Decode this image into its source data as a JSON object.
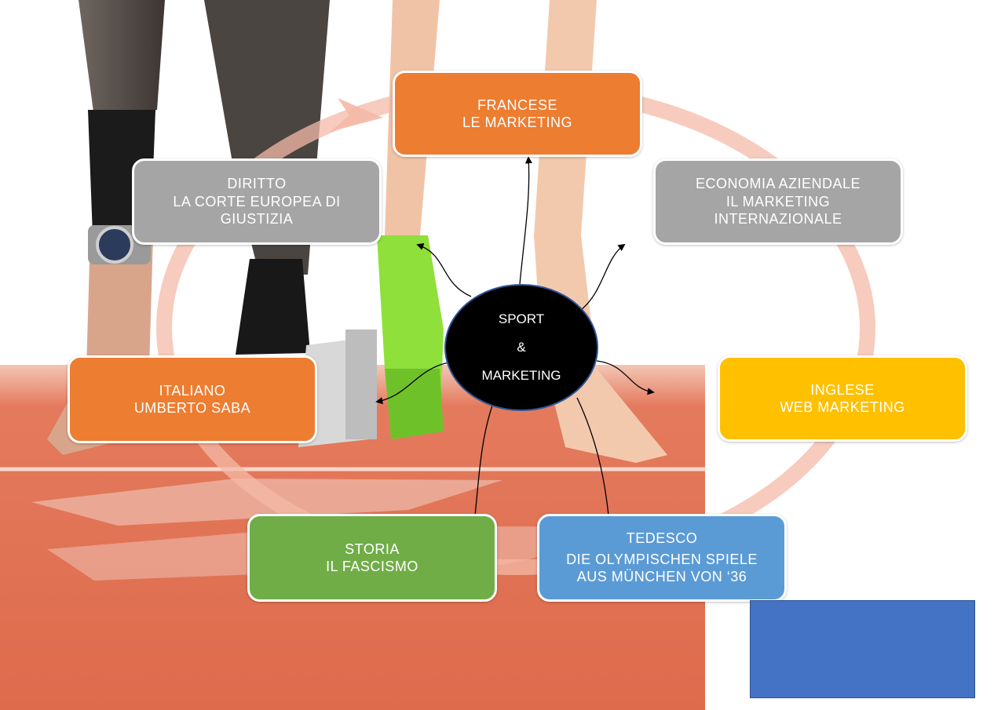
{
  "center": {
    "line1": "SPORT",
    "line2": "&",
    "line3": "MARKETING"
  },
  "subjects": {
    "francese": {
      "title": "FRANCESE",
      "topic": "LE MARKETING",
      "color": "#ed7d31"
    },
    "economia": {
      "title": "ECONOMIA AZIENDALE",
      "topic": "IL MARKETING INTERNAZIONALE",
      "color": "#a5a5a5"
    },
    "inglese": {
      "title": "INGLESE",
      "topic": "WEB MARKETING",
      "color": "#ffc000"
    },
    "tedesco": {
      "title": "TEDESCO",
      "topic": "DIE OLYMPISCHEN SPIELE AUS MÜNCHEN VON ‘36",
      "color": "#5b9bd5"
    },
    "storia": {
      "title": "STORIA",
      "topic": "IL FASCISMO",
      "color": "#70ad47"
    },
    "italiano": {
      "title": "ITALIANO",
      "topic": "UMBERTO SABA",
      "color": "#ed7d31"
    },
    "diritto": {
      "title": "DIRITTO",
      "topic": "LA CORTE EUROPEA DI GIUSTIZIA",
      "color": "#a5a5a5"
    }
  },
  "colors": {
    "cycle_ring": "#f4b9a7",
    "track": "#e0674a",
    "blue_rect": "#4472c4"
  }
}
